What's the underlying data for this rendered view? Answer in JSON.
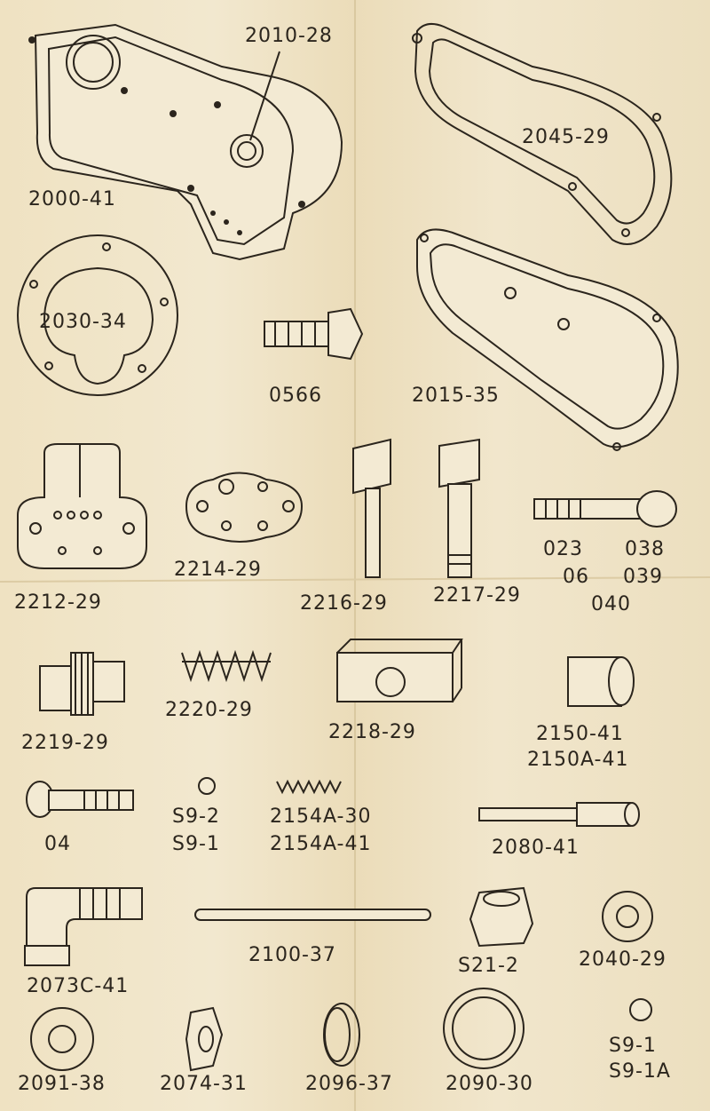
{
  "parts": [
    {
      "id": "p1",
      "label": "2010-28"
    },
    {
      "id": "p2",
      "label": "2000-41"
    },
    {
      "id": "p3",
      "label": "2045-29"
    },
    {
      "id": "p4",
      "label": "2030-34"
    },
    {
      "id": "p5",
      "label": "0566"
    },
    {
      "id": "p6",
      "label": "2015-35"
    },
    {
      "id": "p7",
      "label": "2212-29"
    },
    {
      "id": "p8",
      "label": "2214-29"
    },
    {
      "id": "p9",
      "label": "2216-29"
    },
    {
      "id": "p10",
      "label": "2217-29"
    },
    {
      "id": "p11",
      "label": "023"
    },
    {
      "id": "p12",
      "label": "038"
    },
    {
      "id": "p13",
      "label": "06"
    },
    {
      "id": "p14",
      "label": "039"
    },
    {
      "id": "p15",
      "label": "040"
    },
    {
      "id": "p16",
      "label": "2219-29"
    },
    {
      "id": "p17",
      "label": "2220-29"
    },
    {
      "id": "p18",
      "label": "2218-29"
    },
    {
      "id": "p19",
      "label": "2150-41"
    },
    {
      "id": "p20",
      "label": "2150A-41"
    },
    {
      "id": "p21",
      "label": "04"
    },
    {
      "id": "p22",
      "label": "S9-2"
    },
    {
      "id": "p23",
      "label": "S9-1"
    },
    {
      "id": "p24",
      "label": "2154A-30"
    },
    {
      "id": "p25",
      "label": "2154A-41"
    },
    {
      "id": "p26",
      "label": "2080-41"
    },
    {
      "id": "p27",
      "label": "2073C-41"
    },
    {
      "id": "p28",
      "label": "2100-37"
    },
    {
      "id": "p29",
      "label": "S21-2"
    },
    {
      "id": "p30",
      "label": "2040-29"
    },
    {
      "id": "p31",
      "label": "2091-38"
    },
    {
      "id": "p32",
      "label": "2074-31"
    },
    {
      "id": "p33",
      "label": "2096-37"
    },
    {
      "id": "p34",
      "label": "2090-30"
    },
    {
      "id": "p35",
      "label": "S9-1"
    },
    {
      "id": "p36",
      "label": "S9-1A"
    }
  ]
}
